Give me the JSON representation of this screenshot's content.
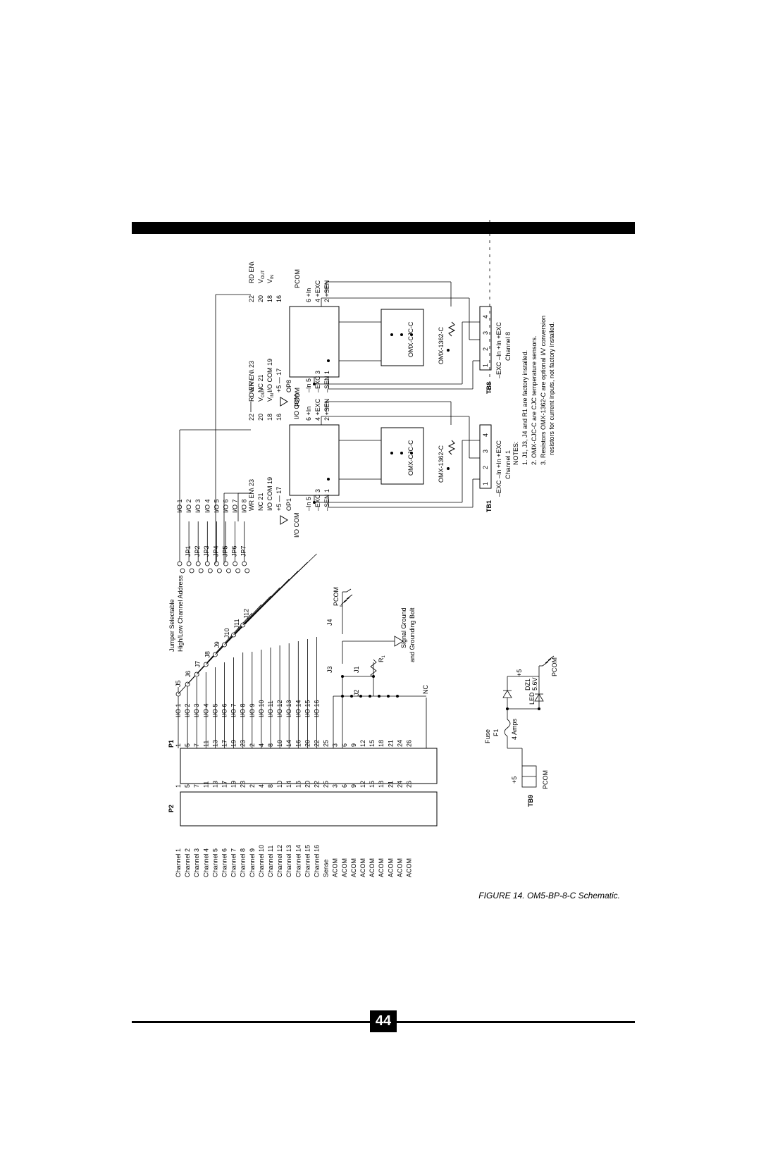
{
  "figure": {
    "caption": "FIGURE 14. OM5-BP-8-C Schematic.",
    "page_number": "44"
  },
  "connectors": {
    "p2_label": "P2",
    "p1_label": "P1",
    "p2_rows": [
      {
        "signal": "Channel 1",
        "pin": "1"
      },
      {
        "signal": "Channel 2",
        "pin": "5"
      },
      {
        "signal": "Channel 3",
        "pin": "7"
      },
      {
        "signal": "Channel 4",
        "pin": "11"
      },
      {
        "signal": "Channel 5",
        "pin": "13"
      },
      {
        "signal": "Channel 6",
        "pin": "17"
      },
      {
        "signal": "Channel 7",
        "pin": "19"
      },
      {
        "signal": "Channel 8",
        "pin": "23"
      },
      {
        "signal": "Channel 9",
        "pin": "2"
      },
      {
        "signal": "Channel 10",
        "pin": "4"
      },
      {
        "signal": "Channel 11",
        "pin": "8"
      },
      {
        "signal": "Channel 12",
        "pin": "10"
      },
      {
        "signal": "Channel 13",
        "pin": "14"
      },
      {
        "signal": "Channel 14",
        "pin": "16"
      },
      {
        "signal": "Channel 15",
        "pin": "20"
      },
      {
        "signal": "Channel 16",
        "pin": "22"
      },
      {
        "signal": "Sense",
        "pin": "25"
      },
      {
        "signal": "ACOM",
        "pin": "3"
      },
      {
        "signal": "ACOM",
        "pin": "6"
      },
      {
        "signal": "ACOM",
        "pin": "9"
      },
      {
        "signal": "ACOM",
        "pin": "12"
      },
      {
        "signal": "ACOM",
        "pin": "15"
      },
      {
        "signal": "ACOM",
        "pin": "18"
      },
      {
        "signal": "ACOM",
        "pin": "21"
      },
      {
        "signal": "ACOM",
        "pin": "24"
      },
      {
        "signal": "ACOM",
        "pin": "26"
      }
    ],
    "p1_rows": [
      {
        "pin": "1",
        "signal": "I/O 1"
      },
      {
        "pin": "5",
        "signal": "I/O 2"
      },
      {
        "pin": "7",
        "signal": "I/O 3"
      },
      {
        "pin": "11",
        "signal": "I/O 4"
      },
      {
        "pin": "13",
        "signal": "I/O 5"
      },
      {
        "pin": "17",
        "signal": "I/O 6"
      },
      {
        "pin": "19",
        "signal": "I/O 7"
      },
      {
        "pin": "23",
        "signal": "I/O 8"
      },
      {
        "pin": "2",
        "signal": "I/O 9"
      },
      {
        "pin": "4",
        "signal": "I/O 10"
      },
      {
        "pin": "8",
        "signal": "I/O 11"
      },
      {
        "pin": "10",
        "signal": "I/O 12"
      },
      {
        "pin": "14",
        "signal": "I/O 13"
      },
      {
        "pin": "16",
        "signal": "I/O 14"
      },
      {
        "pin": "20",
        "signal": "I/O 15"
      },
      {
        "pin": "22",
        "signal": "I/O 16"
      },
      {
        "pin": "25",
        "signal": ""
      },
      {
        "pin": "3",
        "signal": ""
      },
      {
        "pin": "6",
        "signal": ""
      },
      {
        "pin": "9",
        "signal": ""
      },
      {
        "pin": "12",
        "signal": ""
      },
      {
        "pin": "15",
        "signal": ""
      },
      {
        "pin": "18",
        "signal": ""
      },
      {
        "pin": "21",
        "signal": ""
      },
      {
        "pin": "24",
        "signal": ""
      },
      {
        "pin": "26",
        "signal": ""
      }
    ],
    "nc_label": "NC"
  },
  "jumpers": {
    "heading": "Jumper Selectable",
    "subheading": "High/Low Channel Address",
    "j_labels": [
      "J5",
      "J6",
      "J7",
      "J8",
      "J9",
      "J10",
      "J11",
      "J12"
    ],
    "jp_labels": [
      "JP1",
      "JP2",
      "JP3",
      "JP4",
      "JP5",
      "JP6",
      "JP7"
    ],
    "io_labels": [
      "I/O 1",
      "I/O 2",
      "I/O 3",
      "I/O 4",
      "I/O 5",
      "I/O 6",
      "I/O 7",
      "I/O 8"
    ]
  },
  "ground": {
    "j3": "J3",
    "j1": "J1",
    "j2": "J2",
    "j4": "J4",
    "r1": "R",
    "r1_sub": "1",
    "pcom": "PCOM",
    "signal_ground_1": "Signal Ground",
    "signal_ground_2": "and Grounding Bolt"
  },
  "power": {
    "fuse_word": "Fuse",
    "fuse_ref": "F1",
    "fuse_rating": "4 Amps",
    "plus5": "+5",
    "tb9": "TB9",
    "pcom": "PCOM",
    "dz1": "DZ1",
    "dz_voltage": "5.6V",
    "led": "LED",
    "plus5_b": "+5",
    "pcom_b": "PCOM"
  },
  "modules": [
    {
      "name": "OP1",
      "terminal_block": "TB1",
      "channel": "Channel 1",
      "left_pins": [
        "WR EN\\ 23",
        "NC 21",
        "I/O COM 19",
        "+5 — 17",
        "–In 5",
        "–EXC 3",
        "–SEN 1"
      ],
      "right_pins": [
        "22",
        "20",
        "18",
        "16",
        "6 +In",
        "4 +EXC",
        "2 +SEN"
      ],
      "right_labels": [
        "RD EN\\",
        "V",
        "V",
        "PCOM"
      ],
      "vsubs": [
        "OUT",
        "IN"
      ],
      "io_com": "I/O COM",
      "cjc": "OMX-CJC-C",
      "resistor": "OMX-1362-C",
      "tb_pins": [
        "1",
        "2",
        "3",
        "4"
      ],
      "tb_signals": "–EXC  –In  +In  +EXC"
    },
    {
      "name": "OP8",
      "terminal_block": "TB8",
      "channel": "Channel 8",
      "left_pins": [
        "WR EN\\ 23",
        "NC 21",
        "I/O COM 19",
        "+5 — 17",
        "–In 5",
        "–EXC 3",
        "–SEN 1"
      ],
      "right_pins": [
        "22",
        "20",
        "18",
        "16",
        "6 +In",
        "4 +EXC",
        "2 +SEN"
      ],
      "right_labels": [
        "RD EN\\",
        "V",
        "V",
        "PCOM"
      ],
      "vsubs": [
        "OUT",
        "IN"
      ],
      "io_com": "I/O COM",
      "cjc": "OMX-CJC-C",
      "resistor": "OMX-1362-C",
      "tb_pins": [
        "1",
        "2",
        "3",
        "4"
      ],
      "tb_signals": "–EXC  –In  +In  +EXC"
    }
  ],
  "notes": {
    "title": "NOTES:",
    "n1": "1. J1, J3, J4 and R1 are factory installed.",
    "n2": "2. OMX-CJC-C are CJC temperature sensors.",
    "n3a": "3. Resistors OMX-1362-C are optional I/V conversion",
    "n3b": "resistors for current inputs, not factory installed."
  }
}
